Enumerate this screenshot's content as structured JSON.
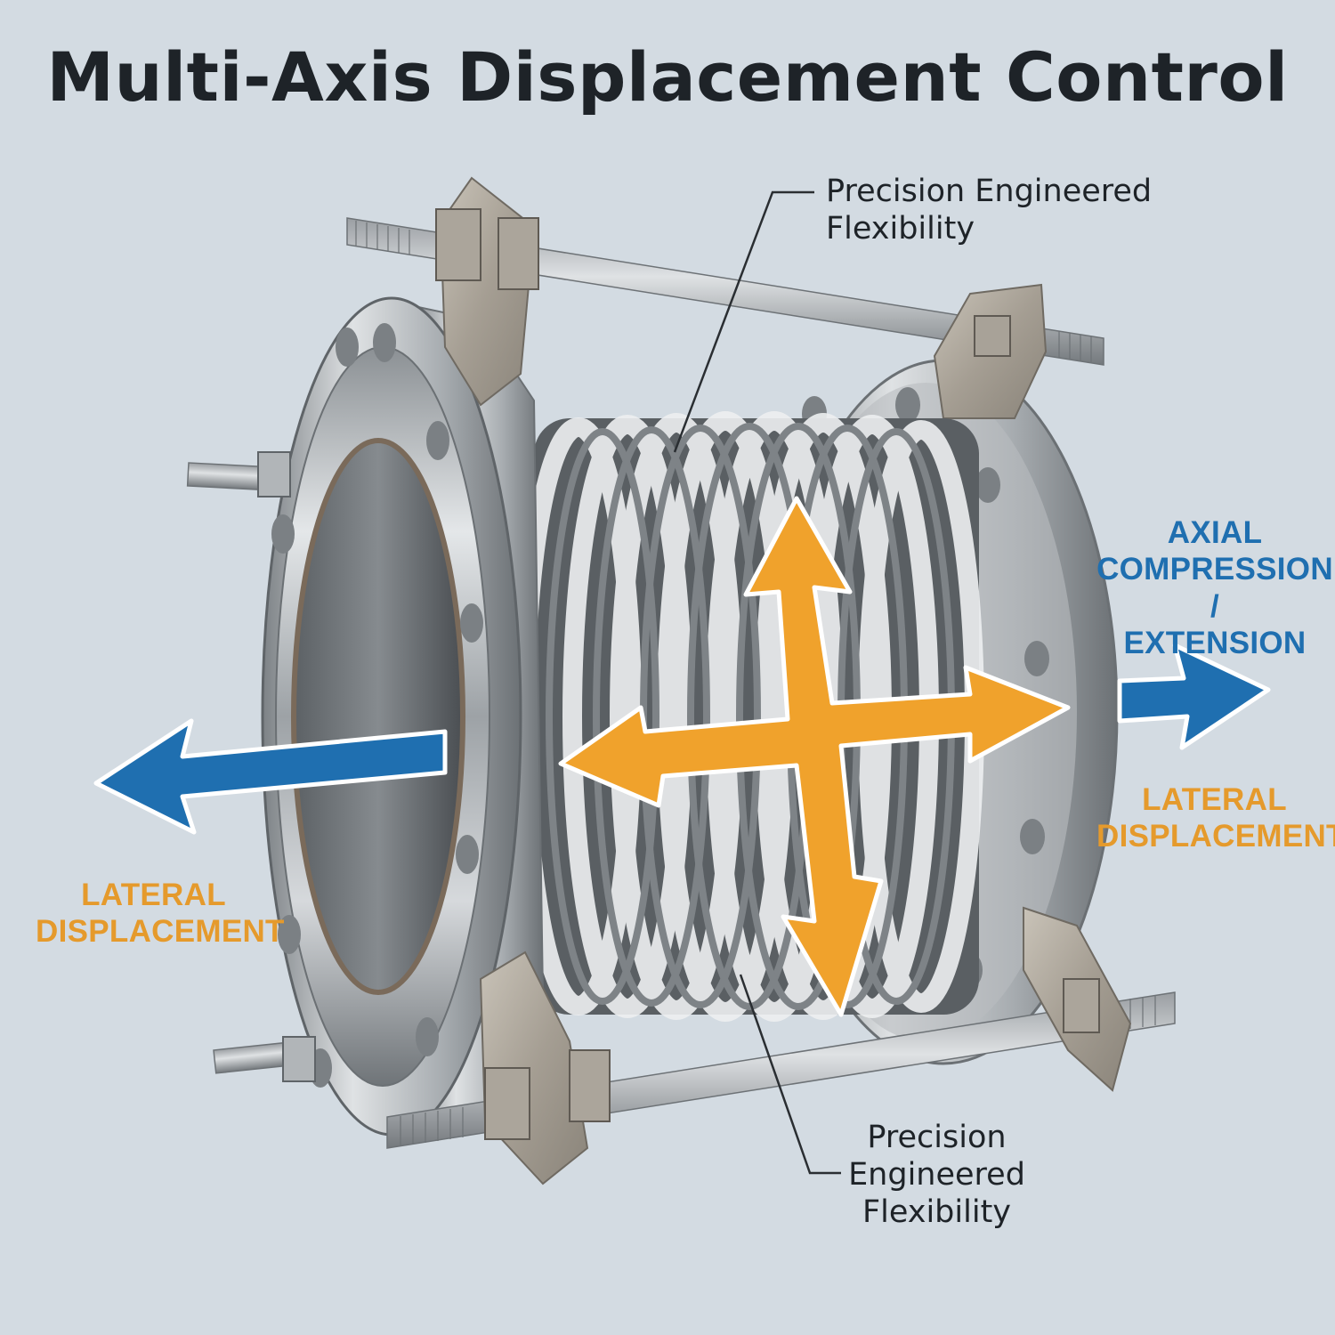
{
  "title": "Multi-Axis Displacement Control",
  "labels": {
    "axial": [
      "AXIAL",
      "COMPRESSION /",
      "EXTENSION"
    ],
    "lateral_right": [
      "LATERAL",
      "DISPLACEMENT"
    ],
    "lateral_left": [
      "LATERAL",
      "DISPLACEMENT"
    ]
  },
  "callouts": {
    "top": [
      "Precision Engineered",
      "Flexibility"
    ],
    "bottom": [
      "Precision",
      "Engineered",
      "Flexibility"
    ]
  },
  "colors": {
    "background": "#d3dbe2",
    "axial_blue": "#1f6fb0",
    "lateral_orange": "#f0a22c",
    "steel": "#b4b9bd",
    "title": "#1e2328"
  }
}
